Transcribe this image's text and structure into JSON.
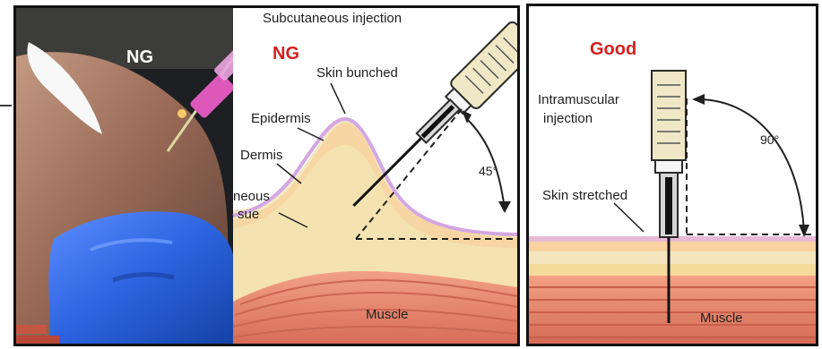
{
  "left_panel": {
    "photo": {
      "label": "NG",
      "label_color": "#ffffff",
      "description_icons": [
        "arm-photo",
        "needle-icon",
        "blue-glove-icon"
      ]
    },
    "subcutaneous_diagram": {
      "title": "Subcutaneous injection",
      "verdict": "NG",
      "verdict_color": "#d51f1f",
      "labels": {
        "skin_bunched": "Skin bunched",
        "epidermis": "Epidermis",
        "dermis": "Dermis",
        "tissue_line1": "neous",
        "tissue_line2": "sue",
        "muscle": "Muscle",
        "angle": "45°"
      }
    }
  },
  "right_panel": {
    "verdict": "Good",
    "verdict_color": "#d51f1f",
    "labels": {
      "injection_type_line1": "Intramuscular",
      "injection_type_line2": "injection",
      "skin_stretched": "Skin stretched",
      "angle": "90°",
      "muscle": "Muscle"
    }
  },
  "colors": {
    "skin_top": "#f3c8d6",
    "epidermis": "#f9d9a6",
    "dermis": "#f6e7bd",
    "subcutaneous": "#f5dd9d",
    "muscle": "#e88b73",
    "muscle_line": "#c65f4f",
    "syringe_barrel": "#efe7c6",
    "needle": "#202020",
    "glove": "#2e68e8",
    "arm": "#9b6a56"
  }
}
